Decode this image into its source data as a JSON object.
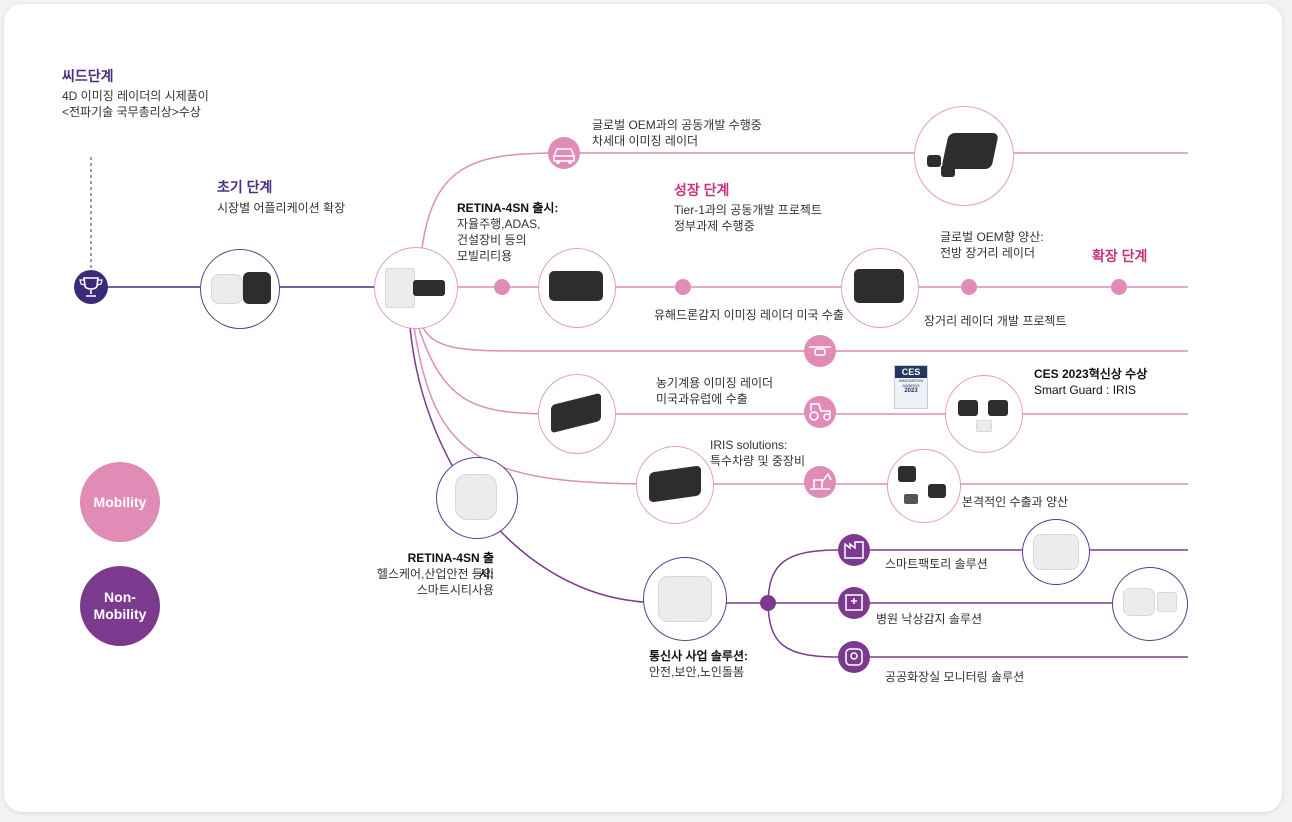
{
  "colors": {
    "mobility": "#e08cb6",
    "non_mobility": "#7c3a8f",
    "line_pink": "#e49cc0",
    "line_purple": "#4a2e80",
    "accent_pink": "#c8337a"
  },
  "seed": {
    "title": "씨드단계",
    "desc": "4D 이미징 레이더의 시제품이\n<전파기술 국무총리상>수상"
  },
  "initial": {
    "title": "초기 단계",
    "desc": "시장별 어플리케이션 확장"
  },
  "retina4sn_mobility": {
    "title": "RETINA-4SN 출시:",
    "desc": "자율주행,ADAS,\n건설장비 등의\n모빌리티용"
  },
  "global_oem": "글로벌 OEM과의 공동개발 수행중\n차세대 이미징 레이더",
  "growth": {
    "title": "성장 단계",
    "desc": "Tier-1과의 공동개발 프로젝트\n정부과제 수행중"
  },
  "global_oem_mass": "글로벌 OEM향 양산:\n전방 장거리 레이더",
  "expansion": {
    "title": "확장 단계"
  },
  "drone_export": "유해드론감지 이미징 레이더 미국 수출",
  "long_range": "장거리 레이더 개발 프로젝트",
  "agri": "농기계용 이미징 레이더\n미국과유럽에 수출",
  "ces": {
    "title": "CES 2023혁신상 수상",
    "subtitle": "Smart Guard : IRIS",
    "badge_text": "CES",
    "badge_sub": "INNOVATION\nAWARDS",
    "badge_year": "2023"
  },
  "iris": "IRIS solutions:\n특수차량 및 중장비",
  "full_export": "본격적인 수출과 양산",
  "retina4sn_non": {
    "title": "RETINA-4SN 출시:",
    "desc": "헬스케어,산업안전 등의\n스마트시티사용"
  },
  "telecom": {
    "title": "통신사 사업 솔루션:",
    "desc": "안전,보안,노인돌봄"
  },
  "smart_factory": "스마트팩토리 솔루션",
  "hospital": "병원 낙상감지 솔루션",
  "restroom": "공공화장실 모니터링 솔루션",
  "legend": {
    "mobility": "Mobility",
    "non_mobility": "Non-\nMobility"
  },
  "icons": [
    "trophy-icon",
    "car-icon",
    "drone-icon",
    "tractor-icon",
    "excavator-icon",
    "factory-icon",
    "hospital-icon",
    "restroom-icon"
  ]
}
